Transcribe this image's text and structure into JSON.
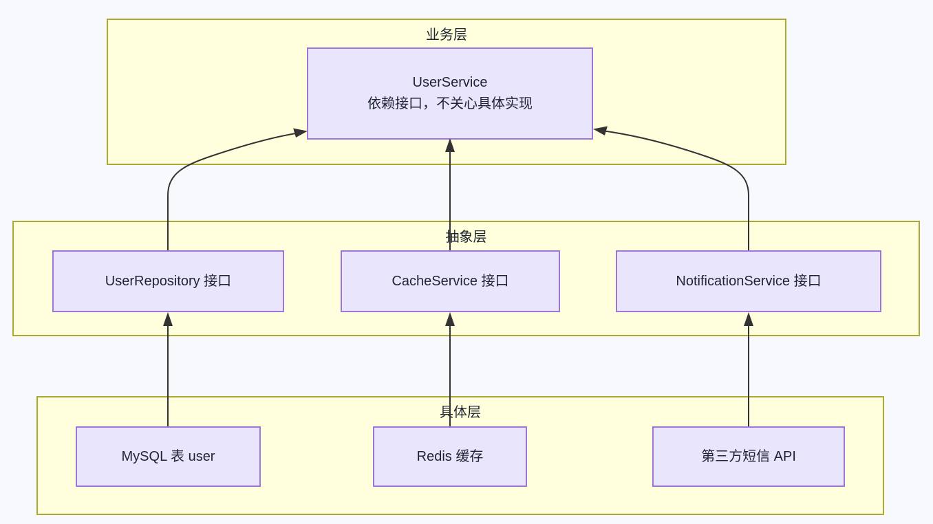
{
  "diagram": {
    "type": "layered-architecture",
    "background_color": "#f7f9fc",
    "layer_fill": "#ffffdd",
    "layer_border": "#aaaa33",
    "node_fill": "#e8e5fd",
    "node_border": "#9d76d8",
    "edge_color": "#333333",
    "layers": [
      {
        "id": "business",
        "title": "业务层",
        "nodes": [
          {
            "id": "user-service",
            "line1": "UserService",
            "line2": "依赖接口，不关心具体实现"
          }
        ]
      },
      {
        "id": "abstraction",
        "title": "抽象层",
        "nodes": [
          {
            "id": "user-repository",
            "line1": "UserRepository 接口",
            "line2": ""
          },
          {
            "id": "cache-service",
            "line1": "CacheService 接口",
            "line2": ""
          },
          {
            "id": "notification-service",
            "line1": "NotificationService 接口",
            "line2": ""
          }
        ]
      },
      {
        "id": "concrete",
        "title": "具体层",
        "nodes": [
          {
            "id": "mysql-table",
            "line1": "MySQL 表 user",
            "line2": ""
          },
          {
            "id": "redis-cache",
            "line1": "Redis 缓存",
            "line2": ""
          },
          {
            "id": "sms-api",
            "line1": "第三方短信 API",
            "line2": ""
          }
        ]
      }
    ],
    "edges": [
      {
        "id": "edge-repo-to-service",
        "from": "user-repository",
        "to": "user-service",
        "style": "curved",
        "arrow": "to"
      },
      {
        "id": "edge-cache-to-service",
        "from": "cache-service",
        "to": "user-service",
        "style": "straight",
        "arrow": "to"
      },
      {
        "id": "edge-notify-to-service",
        "from": "notification-service",
        "to": "user-service",
        "style": "curved",
        "arrow": "to"
      },
      {
        "id": "edge-mysql-to-repo",
        "from": "mysql-table",
        "to": "user-repository",
        "style": "straight",
        "arrow": "to"
      },
      {
        "id": "edge-redis-to-cache",
        "from": "redis-cache",
        "to": "cache-service",
        "style": "straight",
        "arrow": "to"
      },
      {
        "id": "edge-sms-to-notify",
        "from": "sms-api",
        "to": "notification-service",
        "style": "straight",
        "arrow": "to"
      }
    ]
  }
}
